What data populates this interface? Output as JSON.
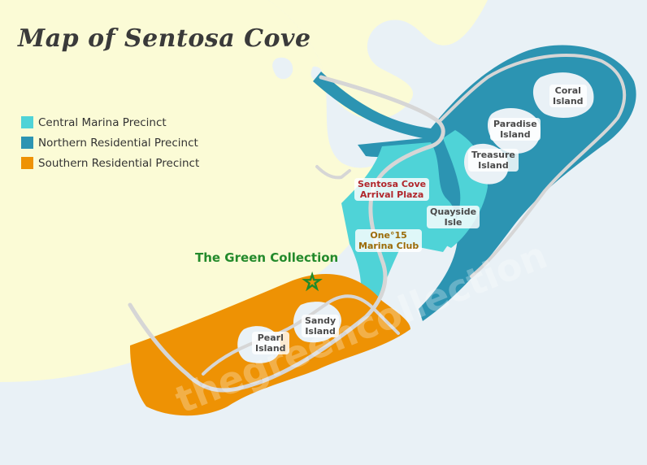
{
  "map": {
    "title": "Map of Sentosa Cove",
    "legend": [
      {
        "label": "Central Marina Precinct",
        "color": "#4fd3d7"
      },
      {
        "label": "Northern Residential Precinct",
        "color": "#2c94b2"
      },
      {
        "label": "Southern Residential Precinct",
        "color": "#ee9204"
      }
    ],
    "labels": {
      "coral": [
        "Coral",
        "Island"
      ],
      "paradise": [
        "Paradise",
        "Island"
      ],
      "treasure": [
        "Treasure",
        "Island"
      ],
      "arrival": [
        "Sentosa Cove",
        "Arrival Plaza"
      ],
      "quayside": [
        "Quayside",
        "Isle"
      ],
      "one15": [
        "One°15",
        "Marina Club"
      ],
      "sandy": [
        "Sandy",
        "Island"
      ],
      "pearl": [
        "Pearl",
        "Island"
      ]
    },
    "highlight": {
      "label": "The Green Collection",
      "marker_icon": "star-icon"
    },
    "watermark": "thegreencollection"
  }
}
